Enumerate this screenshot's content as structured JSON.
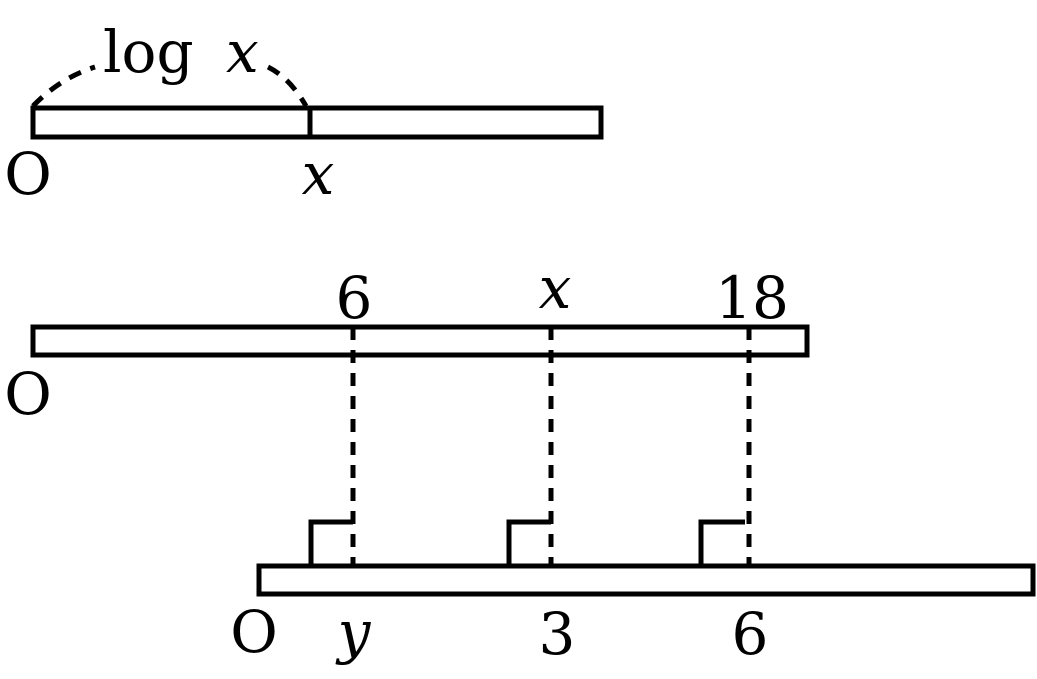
{
  "top_rule": {
    "annotation": "log",
    "annotation_var": "x",
    "origin_label": "O",
    "mark_label": "x"
  },
  "middle_rule": {
    "origin_label": "O",
    "marks": [
      {
        "label": "6"
      },
      {
        "label": "x"
      },
      {
        "label": "18"
      }
    ]
  },
  "bottom_rule": {
    "origin_label": "O",
    "marks": [
      {
        "label": "y"
      },
      {
        "label": "3"
      },
      {
        "label": "6"
      }
    ]
  }
}
